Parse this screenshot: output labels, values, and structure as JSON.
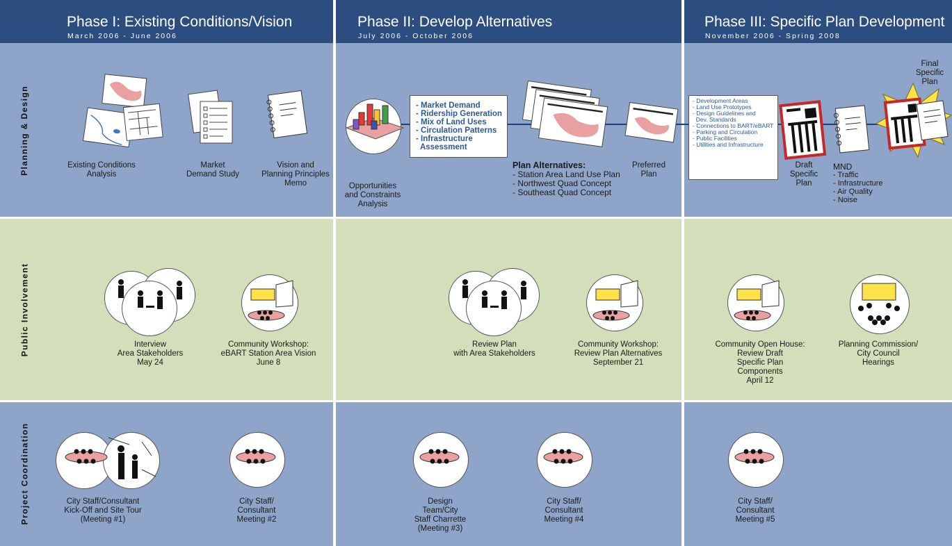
{
  "phases": [
    {
      "title": "Phase I: Existing Conditions/Vision",
      "dates": "March 2006 - June 2006"
    },
    {
      "title": "Phase II: Develop Alternatives",
      "dates": "July 2006 - October 2006"
    },
    {
      "title": "Phase III: Specific Plan Development",
      "dates": "November 2006 - Spring 2008"
    }
  ],
  "rows": [
    "Planning & Design",
    "Public Involvement",
    "Project Coordination"
  ],
  "planning": {
    "existing_conditions": [
      "Existing Conditions",
      "Analysis"
    ],
    "market_study": [
      "Market",
      "Demand Study"
    ],
    "vision_memo": [
      "Vision and",
      "Planning Principles",
      "Memo"
    ],
    "opportunities": [
      "Opportunities",
      "and Constraints",
      "Analysis"
    ],
    "topics_box": [
      "- Market Demand",
      "- Ridership Generation",
      "- Mix of Land Uses",
      "- Circulation Patterns",
      "- Infrastructure",
      "  Assessment"
    ],
    "plan_alternatives_title": "Plan Alternatives:",
    "plan_alternatives": [
      "- Station Area Land Use Plan",
      "- Northwest Quad Concept",
      "- Southeast Quad Concept"
    ],
    "preferred_plan": [
      "Preferred",
      "Plan"
    ],
    "phase3_box": [
      "- Development Areas",
      "- Land Use Prototypes",
      "- Design Guidelines and",
      "  Dev. Standards",
      "- Connections to BART/eBART",
      "- Parking and Circulation",
      "- Public Facilities",
      "- Utilities and Infrastructure"
    ],
    "draft_plan": [
      "Draft",
      "Specific",
      "Plan"
    ],
    "mnd_title": "MND",
    "mnd_items": [
      "- Traffic",
      "- Infrastructure",
      "- Air Quality",
      "- Noise"
    ],
    "final_plan": [
      "Final",
      "Specific",
      "Plan"
    ]
  },
  "public": {
    "interview": [
      "Interview",
      "Area Stakeholders",
      "May 24"
    ],
    "workshop1": [
      "Community Workshop:",
      "eBART Station Area Vision",
      "June 8"
    ],
    "review_plan": [
      "Review Plan",
      "with Area Stakeholders"
    ],
    "workshop2": [
      "Community Workshop:",
      "Review Plan Alternatives",
      "September 21"
    ],
    "open_house": [
      "Community Open House:",
      "Review Draft",
      "Specific Plan",
      "Components",
      "April 12"
    ],
    "hearings": [
      "Planning Commission/",
      "City Council",
      "Hearings"
    ]
  },
  "coordination": {
    "kickoff": [
      "City Staff/Consultant",
      "Kick-Off and Site Tour",
      "(Meeting #1)"
    ],
    "meeting2": [
      "City Staff/",
      "Consultant",
      "Meeting #2"
    ],
    "charrette": [
      "Design",
      "Team/City",
      "Staff Charrette",
      "(Meeting #3)"
    ],
    "meeting4": [
      "City Staff/",
      "Consultant",
      "Meeting #4"
    ],
    "meeting5": [
      "City Staff/",
      "Consultant",
      "Meeting #5"
    ]
  },
  "colors": {
    "header": "#2c4d80",
    "blue_band": "#8ea5c9",
    "green_band": "#d3dfba",
    "accent_pink": "#e8a0a0",
    "star": "#fde24a"
  }
}
